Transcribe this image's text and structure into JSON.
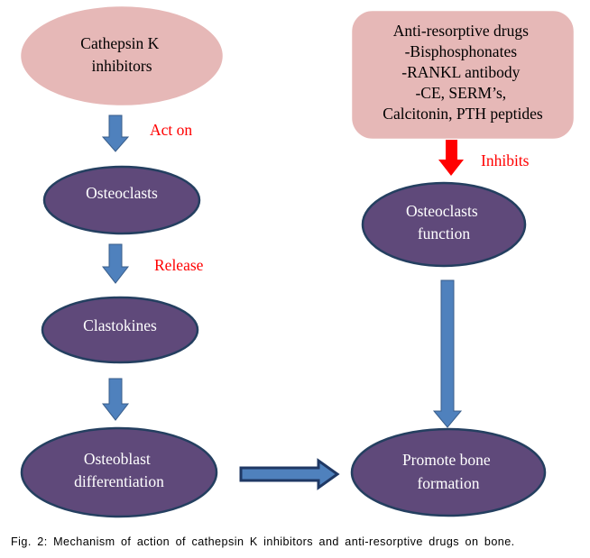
{
  "diagram": {
    "nodes": {
      "cathepsin": {
        "lines": [
          "Cathepsin K",
          "inhibitors"
        ]
      },
      "osteoclasts": {
        "lines": [
          "Osteoclasts"
        ]
      },
      "clastokines": {
        "lines": [
          "Clastokines"
        ]
      },
      "osteoblast": {
        "lines": [
          "Osteoblast",
          "differentiation"
        ]
      },
      "drugs": {
        "lines": [
          "Anti-resorptive drugs",
          "-Bisphosphonates",
          "-RANKL antibody",
          "-CE, SERM’s,",
          "Calcitonin, PTH peptides"
        ]
      },
      "osteoclast_function": {
        "lines": [
          "Osteoclasts",
          "function"
        ]
      },
      "promote_bone": {
        "lines": [
          "Promote bone",
          "formation"
        ]
      }
    },
    "edge_labels": {
      "act_on": "Act on",
      "release": "Release",
      "inhibits": "Inhibits"
    },
    "colors": {
      "pink_fill": "#e6b8b7",
      "purple_fill": "#5f497a",
      "node_border": "#243f60",
      "blue_arrow": "#4f81bd",
      "red_arrow": "#ff0000",
      "edge_label": "#ff0000"
    }
  },
  "caption": "Fig. 2:  Mechanism of action of cathepsin K inhibitors and anti-resorptive drugs on bone."
}
